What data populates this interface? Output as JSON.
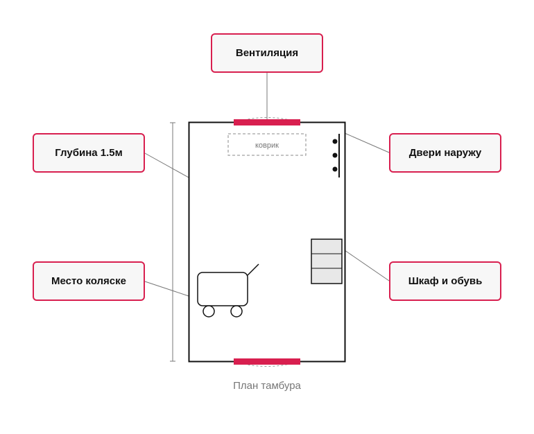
{
  "colors": {
    "accent": "#d81f4f",
    "callout_fill": "#f7f7f7",
    "room_stroke": "#111111",
    "leader_line": "#777777"
  },
  "callouts": {
    "ventilation": "Вентиляция",
    "depth": "Глубина 1.5м",
    "doors_outside": "Двери наружу",
    "stroller_spot": "Место коляске",
    "wardrobe": "Шкаф и обувь"
  },
  "room": {
    "mat_label": "коврик"
  },
  "caption": "План тамбура"
}
